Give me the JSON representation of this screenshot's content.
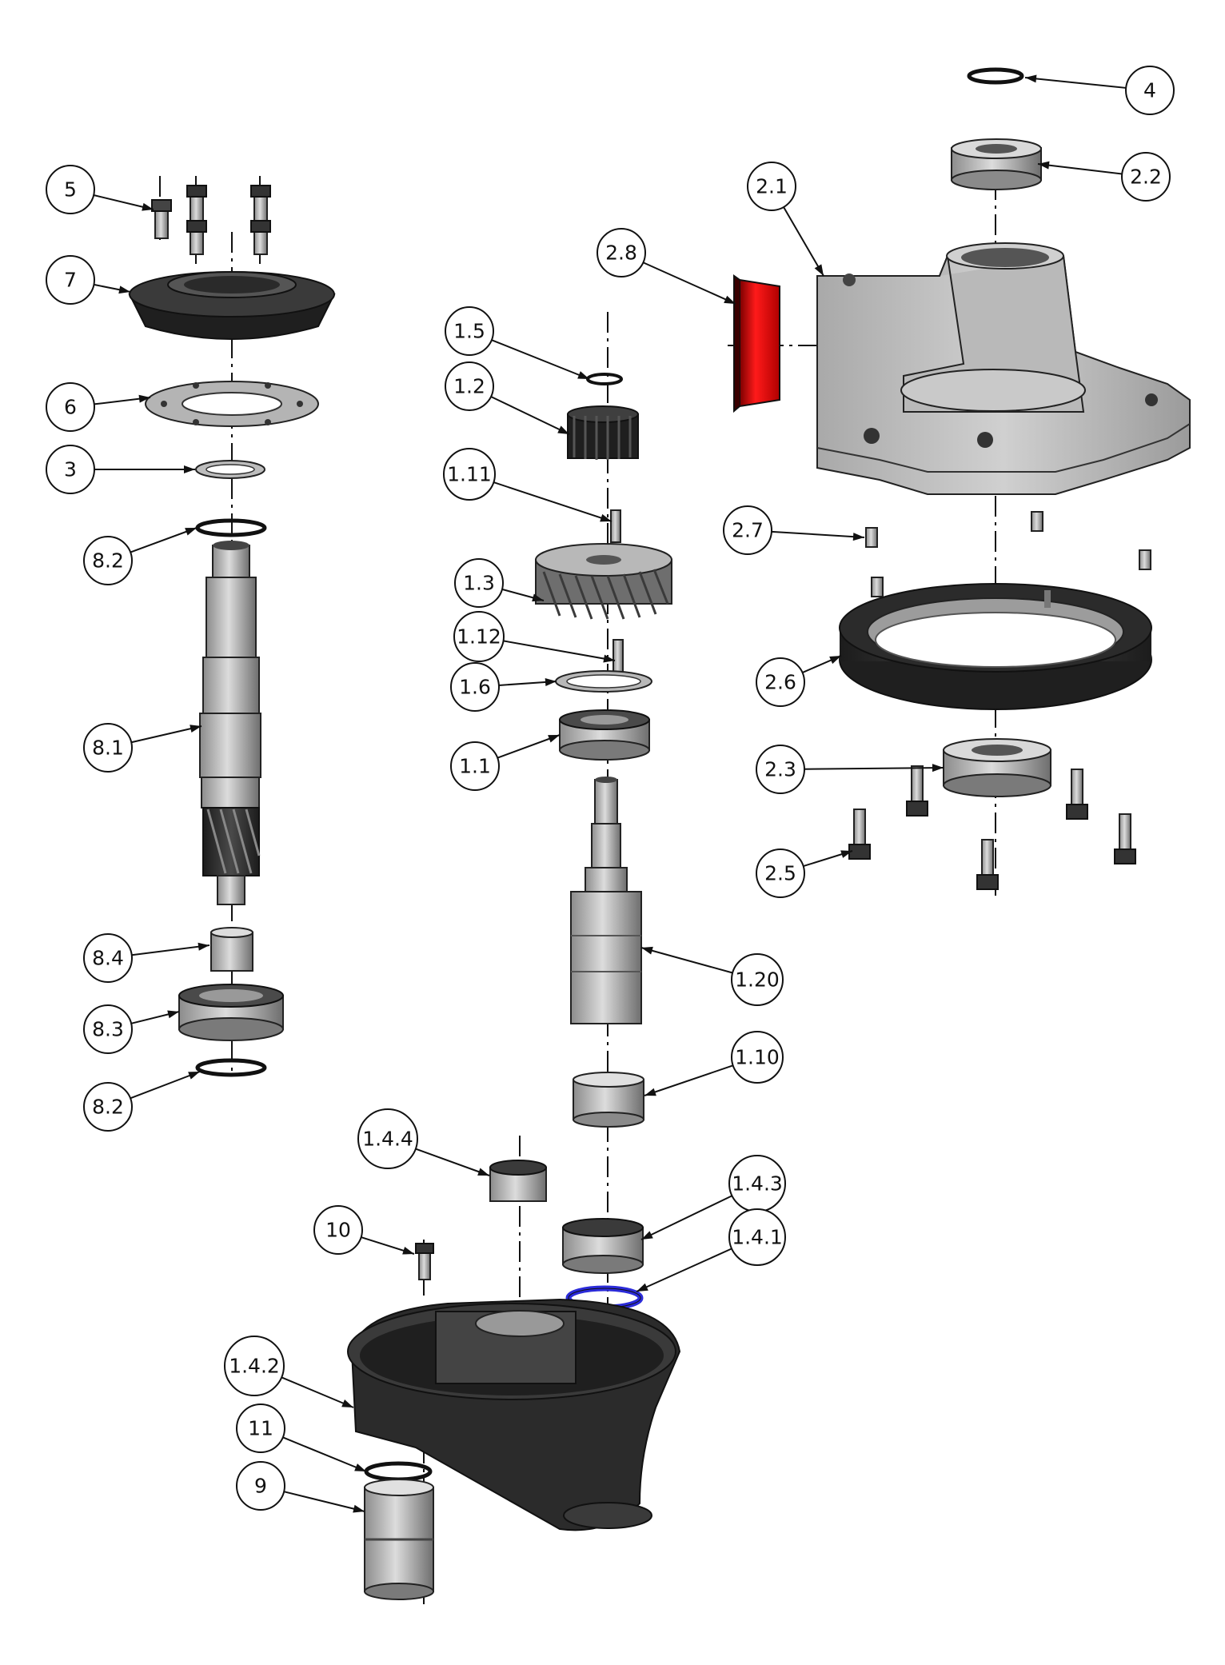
{
  "drawing": {
    "colors": {
      "part_light": "#c9c9c9",
      "part_mid": "#9a9a9a",
      "part_dark": "#2b2b2b",
      "outline": "#111111",
      "seal_red": "#e01010",
      "oring_blue": "#2b2bd9"
    },
    "callouts": [
      {
        "id": "c-4",
        "label": "4"
      },
      {
        "id": "c-2-2",
        "label": "2.2"
      },
      {
        "id": "c-2-1",
        "label": "2.1"
      },
      {
        "id": "c-2-8",
        "label": "2.8"
      },
      {
        "id": "c-5",
        "label": "5"
      },
      {
        "id": "c-7",
        "label": "7"
      },
      {
        "id": "c-6",
        "label": "6"
      },
      {
        "id": "c-3",
        "label": "3"
      },
      {
        "id": "c-8-2-top",
        "label": "8.2"
      },
      {
        "id": "c-8-1",
        "label": "8.1"
      },
      {
        "id": "c-8-4",
        "label": "8.4"
      },
      {
        "id": "c-8-3",
        "label": "8.3"
      },
      {
        "id": "c-8-2-bottom",
        "label": "8.2"
      },
      {
        "id": "c-1-5",
        "label": "1.5"
      },
      {
        "id": "c-1-2",
        "label": "1.2"
      },
      {
        "id": "c-1-11",
        "label": "1.11"
      },
      {
        "id": "c-1-3",
        "label": "1.3"
      },
      {
        "id": "c-1-12",
        "label": "1.12"
      },
      {
        "id": "c-1-6",
        "label": "1.6"
      },
      {
        "id": "c-1-1",
        "label": "1.1"
      },
      {
        "id": "c-1-20",
        "label": "1.20"
      },
      {
        "id": "c-1-10",
        "label": "1.10"
      },
      {
        "id": "c-1-4-4",
        "label": "1.4.4"
      },
      {
        "id": "c-1-4-3",
        "label": "1.4.3"
      },
      {
        "id": "c-1-4-1",
        "label": "1.4.1"
      },
      {
        "id": "c-10",
        "label": "10"
      },
      {
        "id": "c-1-4-2",
        "label": "1.4.2"
      },
      {
        "id": "c-11",
        "label": "11"
      },
      {
        "id": "c-9",
        "label": "9"
      },
      {
        "id": "c-2-7",
        "label": "2.7"
      },
      {
        "id": "c-2-6",
        "label": "2.6"
      },
      {
        "id": "c-2-3",
        "label": "2.3"
      },
      {
        "id": "c-2-5",
        "label": "2.5"
      }
    ]
  }
}
